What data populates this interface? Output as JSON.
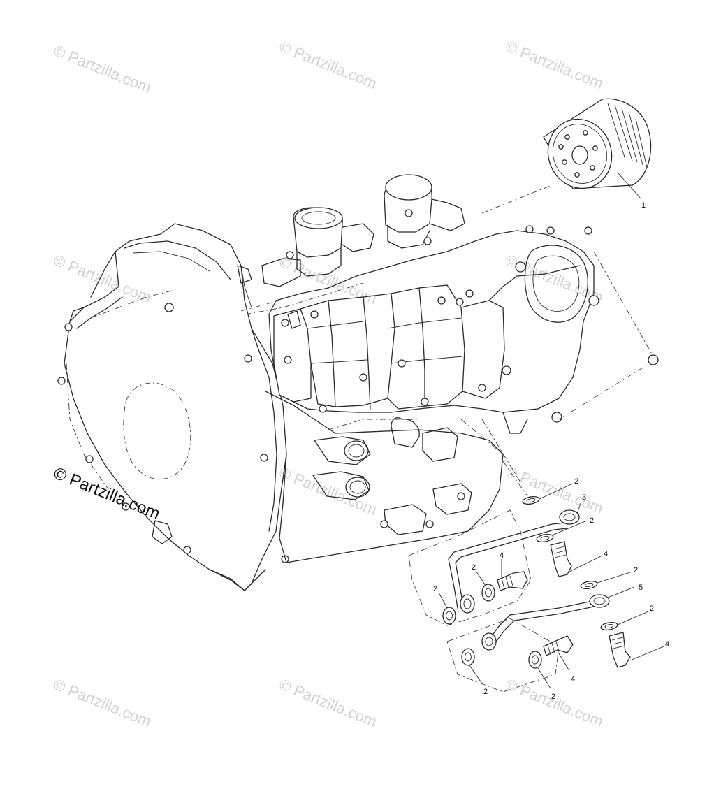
{
  "watermark": {
    "faint_text": "© Partzilla.com",
    "main_text": "© Partzilla.com",
    "faint_color": "#d2d2d2",
    "main_color": "#111111"
  },
  "callouts": [
    {
      "id": "oil-filter",
      "label": "1"
    },
    {
      "id": "washer-a",
      "label": "2"
    },
    {
      "id": "line-upper",
      "label": "3"
    },
    {
      "id": "washer-b",
      "label": "2"
    },
    {
      "id": "bolt-a",
      "label": "4"
    },
    {
      "id": "washer-c",
      "label": "2"
    },
    {
      "id": "line-lower",
      "label": "5"
    },
    {
      "id": "washer-d",
      "label": "2"
    },
    {
      "id": "bolt-b",
      "label": "4"
    },
    {
      "id": "bolt-c",
      "label": "4"
    },
    {
      "id": "washer-e",
      "label": "2"
    },
    {
      "id": "washer-f",
      "label": "2"
    },
    {
      "id": "washer-g",
      "label": "2"
    },
    {
      "id": "washer-h",
      "label": "2"
    },
    {
      "id": "bolt-d",
      "label": "4"
    }
  ]
}
